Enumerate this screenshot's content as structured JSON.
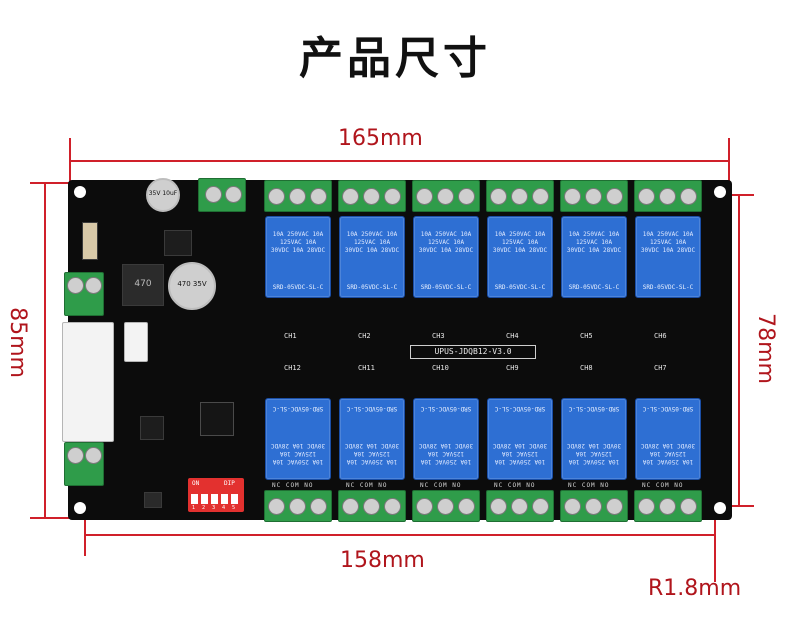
{
  "title": "产品尺寸",
  "dimensions": {
    "top_width": "165mm",
    "bottom_width": "158mm",
    "left_height": "85mm",
    "right_height": "78mm",
    "radius": "R1.8mm"
  },
  "board": {
    "version": "UPUS-JDQB12-V3.0",
    "relay_text": "10A 250VAC 10A 125VAC 10A 30VDC 10A 28VDC",
    "relay_model": "SRD-05VDC-SL-C",
    "top_channels": [
      "CH1",
      "CH2",
      "CH3",
      "CH4",
      "CH5",
      "CH6"
    ],
    "bottom_channels": [
      "CH12",
      "CH11",
      "CH10",
      "CH9",
      "CH8",
      "CH7"
    ],
    "terminal_label": "NC COM NO",
    "cap_small": "35V 10uF",
    "cap_large": "470 35V",
    "inductor": "470",
    "dip_label_on": "ON",
    "dip_label_dip": "DIP",
    "dip_numbers": [
      "1",
      "2",
      "3",
      "4",
      "5"
    ]
  },
  "colors": {
    "dimension_red": "#d0202a",
    "pcb": "#0c0c0c",
    "relay_blue": "#2e6fd3",
    "terminal_green": "#2f9c4a",
    "dip_red": "#e3312f"
  }
}
